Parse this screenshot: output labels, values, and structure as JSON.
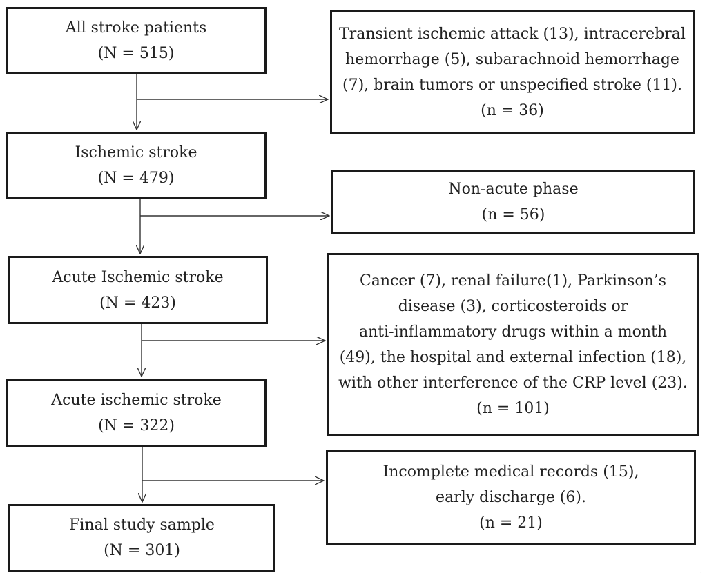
{
  "steps": [
    {
      "title": "All stroke patients",
      "count": "(N = 515)"
    },
    {
      "title": "Ischemic stroke",
      "count": "(N = 479)"
    },
    {
      "title": "Acute Ischemic stroke",
      "count": "(N = 423)"
    },
    {
      "title": "Acute ischemic stroke",
      "count": "(N = 322)"
    },
    {
      "title": "Final study sample",
      "count": "(N = 301)"
    }
  ],
  "exclusions": [
    {
      "lines": [
        "Transient ischemic attack (13), intracerebral",
        "hemorrhage (5), subarachnoid hemorrhage",
        "(7), brain tumors or unspecified stroke (11)."
      ],
      "count": "(n = 36)"
    },
    {
      "lines": [
        "Non-acute phase"
      ],
      "count": "(n = 56)"
    },
    {
      "lines": [
        "Cancer (7), renal failure(1), Parkinson’s",
        "disease (3), corticosteroids or",
        "anti-inflammatory drugs within a month",
        "(49), the hospital and external infection (18),",
        "with other interference of the CRP level (23)."
      ],
      "count": "(n = 101)"
    },
    {
      "lines": [
        "Incomplete medical records (15),",
        "early discharge (6)."
      ],
      "count": "(n = 21)"
    }
  ],
  "stray_mark": "·"
}
